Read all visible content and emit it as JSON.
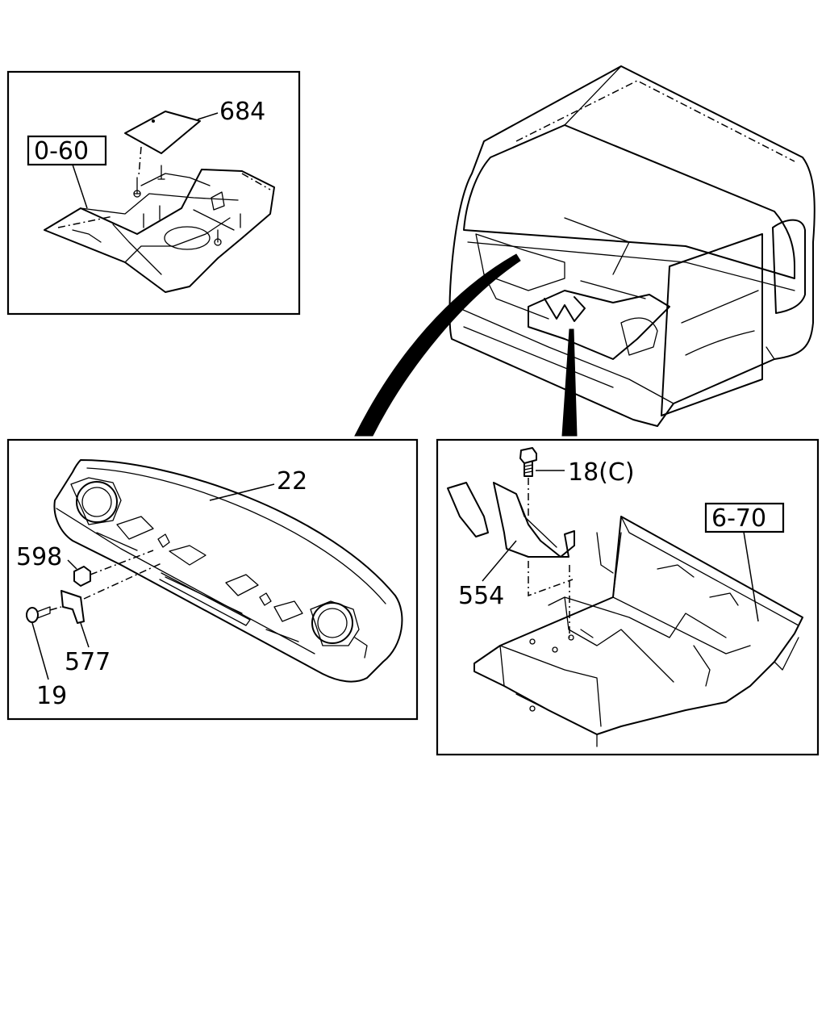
{
  "callouts": {
    "p684": "684",
    "ref060": "0-60",
    "p22": "22",
    "p598": "598",
    "p577": "577",
    "p19": "19",
    "p18c": "18(C)",
    "ref670": "6-70",
    "p554": "554"
  }
}
